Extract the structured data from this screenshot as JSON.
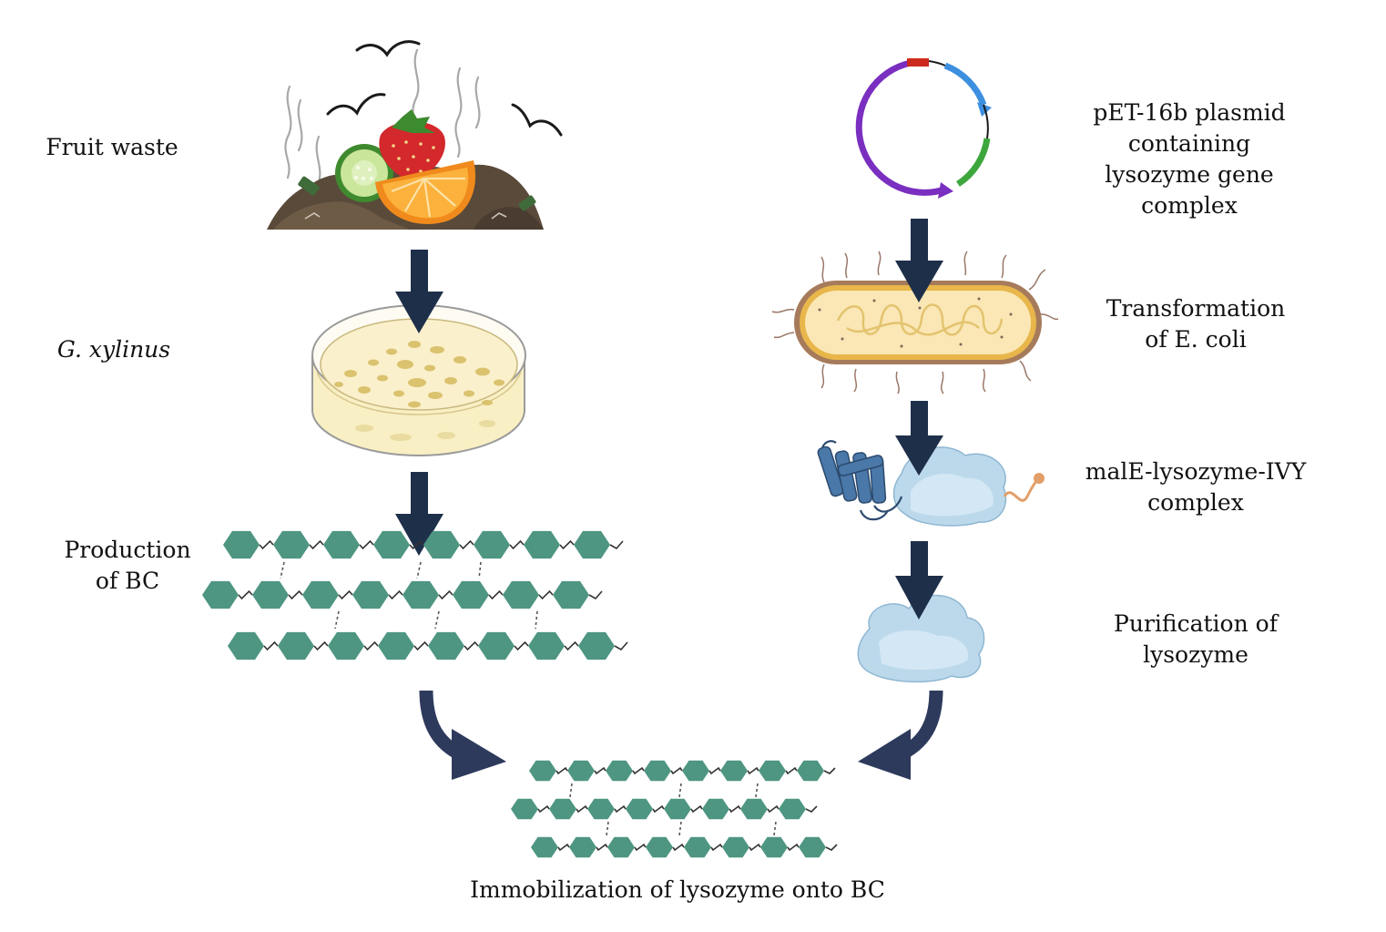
{
  "left_steps": {
    "fruit_waste": "Fruit waste",
    "organism": "G. xylinus",
    "production": [
      "Production",
      "of BC"
    ]
  },
  "right_steps": {
    "plasmid": [
      "pET-16b plasmid",
      "containing",
      "lysozyme gene",
      "complex"
    ],
    "transformation": [
      "Transformation",
      "of E. coli"
    ],
    "complex": [
      "malE-lysozyme-IVY",
      "complex"
    ],
    "purification": [
      "Purification of",
      "lysozyme"
    ]
  },
  "bottom_label": "Immobilization of lysozyme onto BC",
  "colors": {
    "arrow": "#1e2f4a",
    "hexagon": "#4e9682",
    "plasmid_backbone": "#7a2fc0",
    "plasmid_gene_blue": "#3d8fe0",
    "plasmid_gene_green": "#3da63d",
    "plasmid_marker": "#cc2a1c",
    "cell_fill": "#f6e3a6",
    "cell_border": "#d9a532",
    "cloud_fill": "#bcd9ec",
    "petri_fill": "#fbf0cc",
    "colony": "#d9c06a"
  },
  "icons": [
    "fruit-waste-icon",
    "petri-dish-icon",
    "plasmid-icon",
    "ecoli-cell-icon",
    "protein-complex-icon",
    "lysozyme-cloud-icon"
  ]
}
